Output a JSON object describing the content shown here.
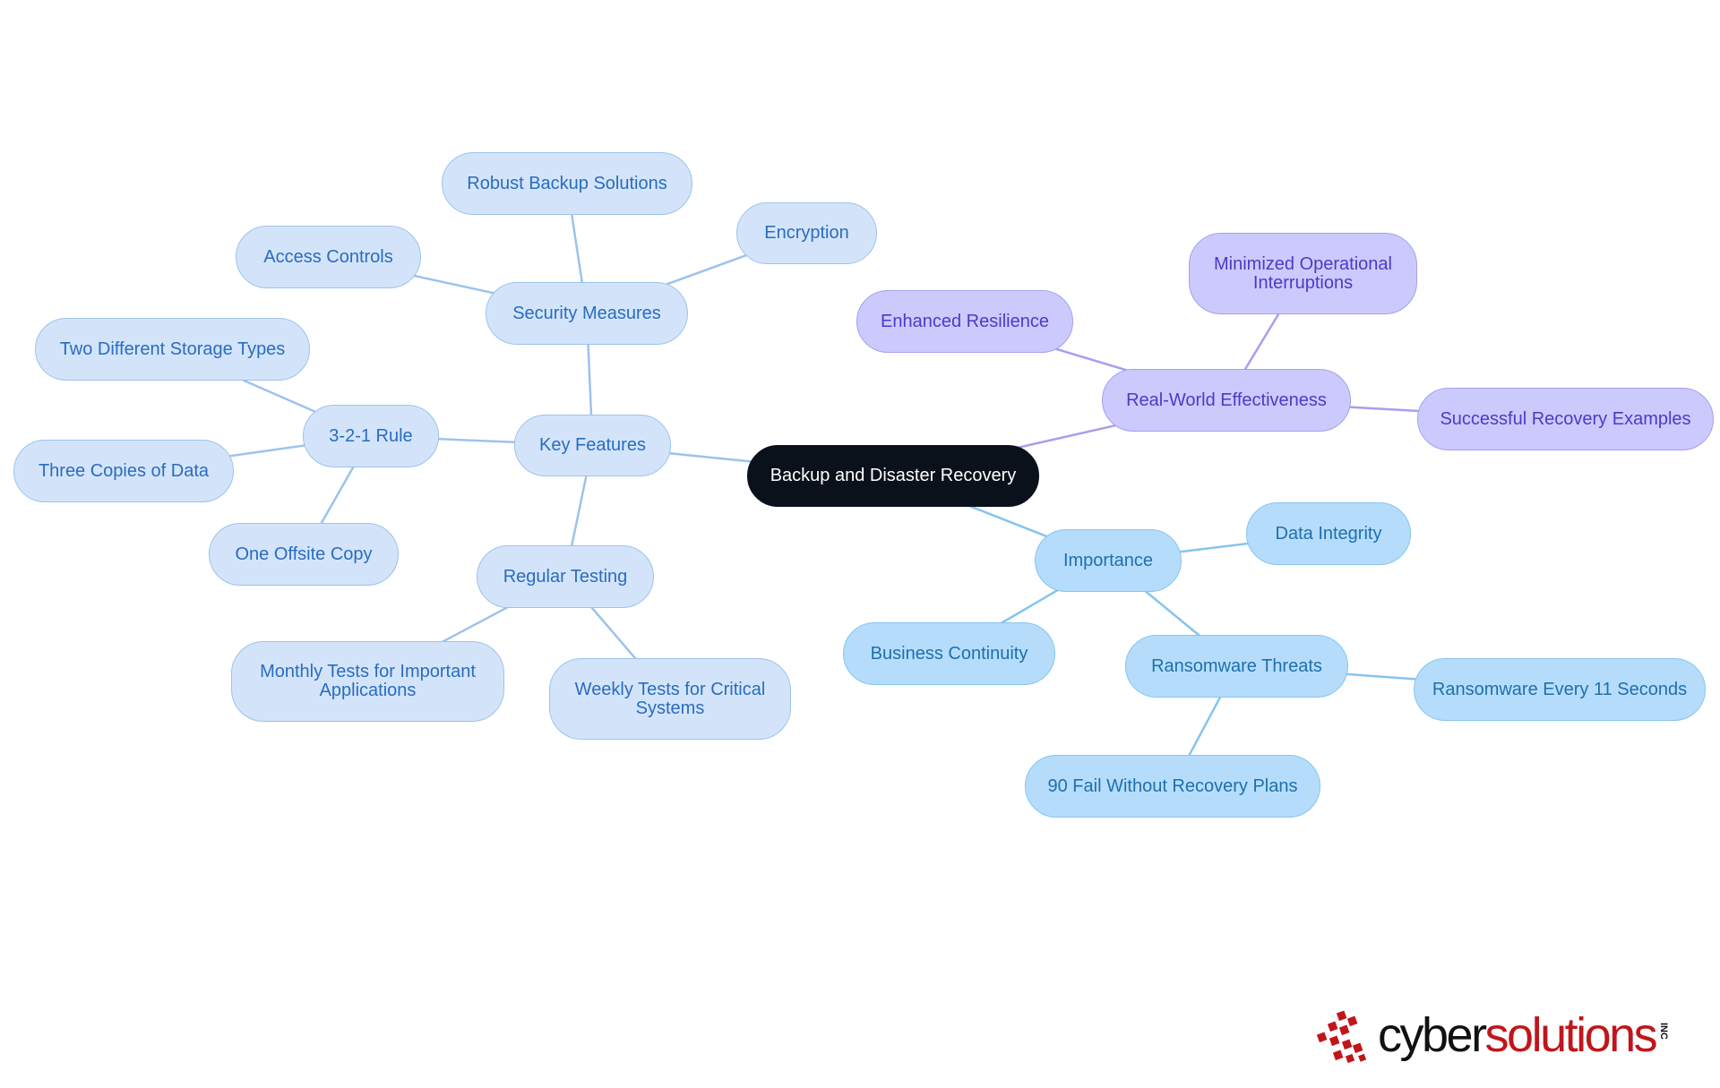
{
  "diagram": {
    "root": "Backup and Disaster Recovery",
    "branches": [
      {
        "label": "Key Features",
        "children": [
          {
            "label": "Security Measures",
            "children": [
              "Robust Backup Solutions",
              "Encryption",
              "Access Controls"
            ]
          },
          {
            "label": "3-2-1 Rule",
            "children": [
              "Two Different Storage Types",
              "Three Copies of Data",
              "One Offsite Copy"
            ]
          },
          {
            "label": "Regular Testing",
            "children": [
              "Monthly Tests for Important Applications",
              "Weekly Tests for Critical Systems"
            ]
          }
        ]
      },
      {
        "label": "Real-World Effectiveness",
        "children": [
          "Enhanced Resilience",
          "Minimized Operational Interruptions",
          "Successful Recovery Examples"
        ]
      },
      {
        "label": "Importance",
        "children": [
          "Data Integrity",
          "Business Continuity",
          {
            "label": "Ransomware Threats",
            "children": [
              "Ransomware Every 11 Seconds",
              "90 Fail Without Recovery Plans"
            ]
          }
        ]
      }
    ]
  },
  "colors": {
    "root_fill": "#0b111b",
    "key_features_fill": "#d3e4fa",
    "key_features_text": "#2a6cc0",
    "importance_fill": "#b5ddfb",
    "importance_text": "#1f6fae",
    "effectiveness_fill": "#cccafd",
    "effectiveness_text": "#4b3bc8",
    "logo_black": "#111111",
    "logo_red": "#c0161b"
  },
  "logo": {
    "word_part1": "cyber",
    "word_part2": "solutions",
    "suffix": "INC"
  }
}
